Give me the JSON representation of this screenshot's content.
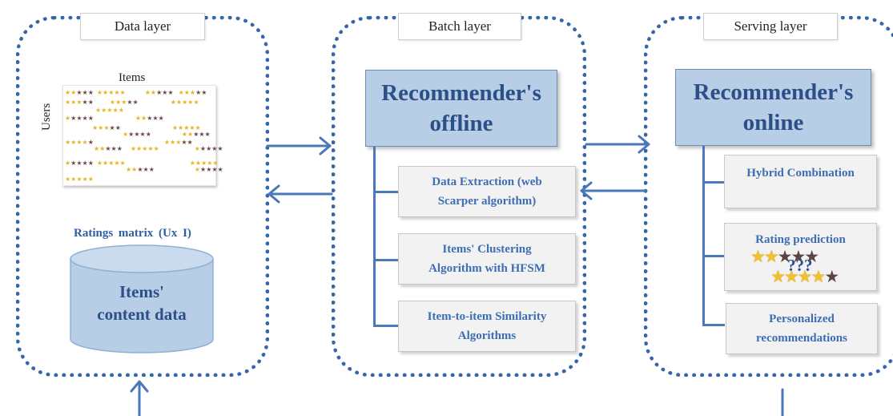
{
  "layers": {
    "data": {
      "title": "Data layer",
      "items_label": "Items",
      "users_label": "Users",
      "matrix_caption": "Ratings matrix (Ux I)",
      "database_label_line1": "Items'",
      "database_label_line2": "content data"
    },
    "batch": {
      "title": "Batch layer",
      "main_line1": "Recommender's",
      "main_line2": "offline",
      "steps": [
        {
          "line1": "Data Extraction (web",
          "line2": "Scarper algorithm)"
        },
        {
          "line1": "Items' Clustering",
          "line2": "Algorithm with HFSM"
        },
        {
          "line1": "Item-to-item Similarity",
          "line2": "Algorithms"
        }
      ]
    },
    "serving": {
      "title": "Serving layer",
      "main_line1": "Recommender's",
      "main_line2": "online",
      "steps": [
        {
          "line1": "Hybrid Combination",
          "line2": ""
        },
        {
          "line1": "Rating prediction",
          "line2": ""
        },
        {
          "line1": "Personalized",
          "line2": "recommendations"
        }
      ],
      "unknown_rating": "???"
    }
  },
  "colors": {
    "dotted_border": "#3566a8",
    "main_box_fill": "#b8cde6",
    "main_box_text": "#2b4f86",
    "sub_box_text": "#3d6db3",
    "arrow": "#4a78b8",
    "database_fill": "#b8cde6"
  }
}
